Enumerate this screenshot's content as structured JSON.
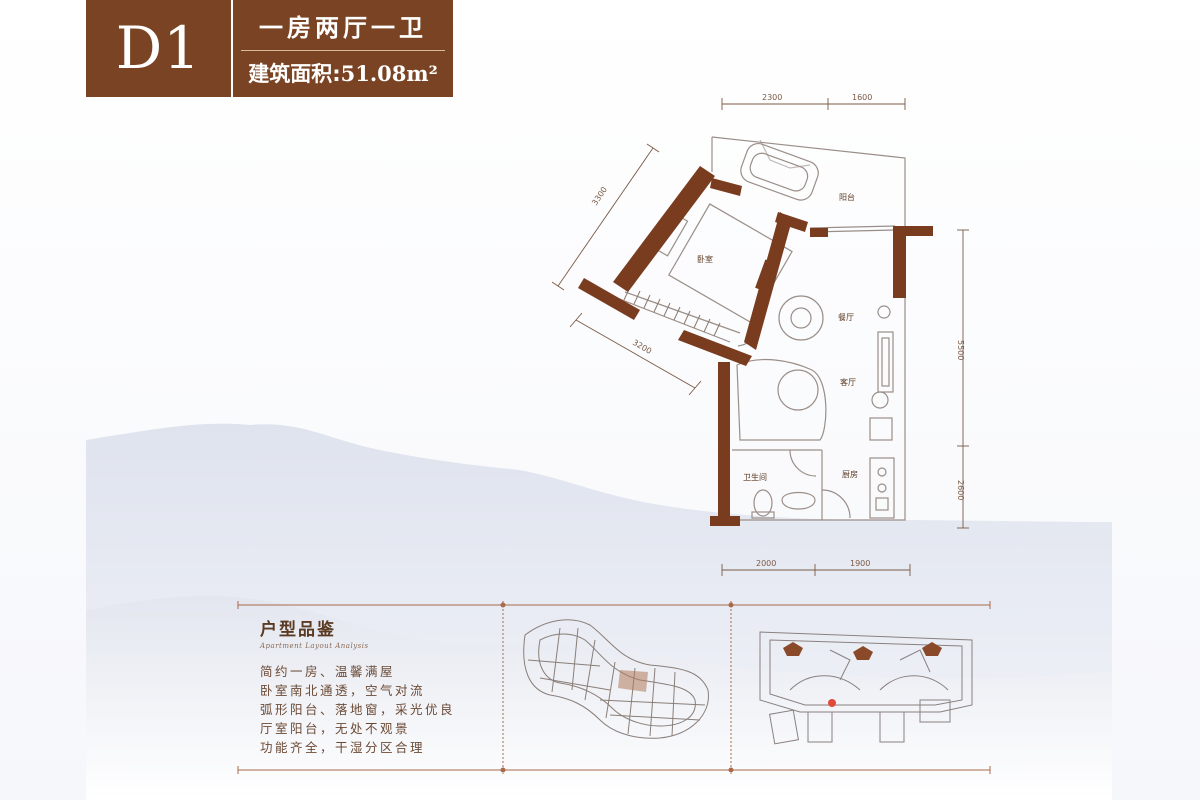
{
  "header": {
    "unit_code": "D1",
    "layout_type": "一房两厅一卫",
    "area_label": "建筑面积:",
    "area_value": "51.08m²"
  },
  "floorplan": {
    "dimensions": {
      "top": [
        "2300",
        "1600"
      ],
      "bottom": [
        "2000",
        "1900"
      ],
      "right": [
        "5500",
        "2600"
      ],
      "left_diagonal": [
        "3300",
        "3200"
      ]
    },
    "rooms": {
      "bedroom": "卧室",
      "balcony": "阳台",
      "dining": "餐厅",
      "living": "客厅",
      "kitchen": "厨房",
      "bathroom": "卫生间"
    }
  },
  "analysis": {
    "title": "户型品鉴",
    "subtitle": "Apartment Layout Analysis",
    "lines": [
      "简约一房、温馨满屋",
      "卧室南北通透，空气对流",
      "弧形阳台、落地窗，采光优良",
      "厅室阳台，无处不观景",
      "功能齐全，干湿分区合理"
    ]
  },
  "colors": {
    "wall": "#7a3c1e",
    "badge": "#7a4424",
    "accent_text": "#6b4a35",
    "mountains": "#e6e9f2"
  }
}
